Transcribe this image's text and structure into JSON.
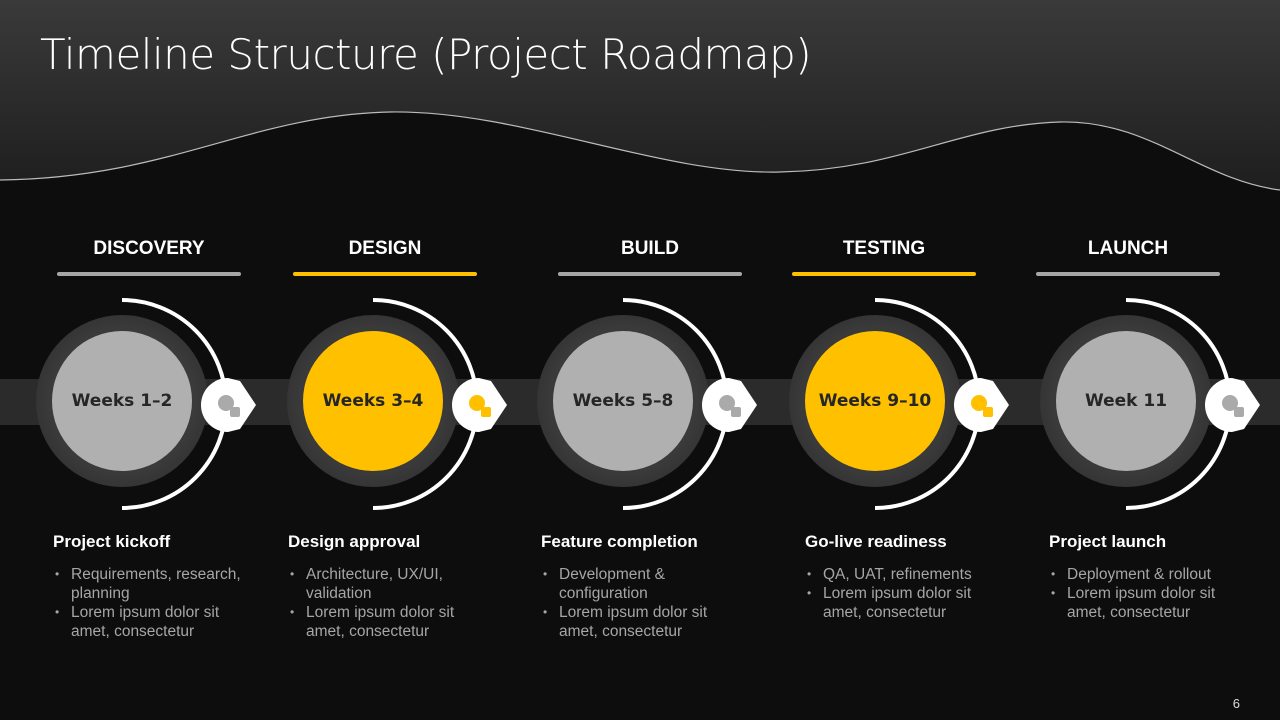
{
  "title": "Timeline Structure (Project Roadmap)",
  "page_number": "6",
  "colors": {
    "accent": "#ffc000",
    "neutral": "#b0b0b0"
  },
  "phases": [
    {
      "label": "DISCOVERY",
      "period": "Weeks 1–2",
      "highlight": false,
      "icon": "search-person-icon",
      "milestone": "Project kickoff",
      "bullets": [
        "Requirements, research, planning",
        "Lorem ipsum dolor sit amet, consectetur"
      ]
    },
    {
      "label": "DESIGN",
      "period": "Weeks 3–4",
      "highlight": true,
      "icon": "idea-gear-icon",
      "milestone": "Design approval",
      "bullets": [
        "Architecture, UX/UI, validation",
        "Lorem ipsum dolor sit amet, consectetur"
      ]
    },
    {
      "label": "BUILD",
      "period": "Weeks 5–8",
      "highlight": false,
      "icon": "bricks-gear-icon",
      "milestone": "Feature completion",
      "bullets": [
        "Development & configuration",
        "Lorem ipsum dolor sit amet, consectetur"
      ]
    },
    {
      "label": "TESTING",
      "period": "Weeks 9–10",
      "highlight": true,
      "icon": "document-check-icon",
      "milestone": "Go-live readiness",
      "bullets": [
        "QA, UAT, refinements",
        "Lorem ipsum dolor sit amet, consectetur"
      ]
    },
    {
      "label": "LAUNCH",
      "period": "Week 11",
      "highlight": false,
      "icon": "rocket-icon",
      "milestone": "Project launch",
      "bullets": [
        "Deployment & rollout",
        "Lorem ipsum dolor sit amet, consectetur"
      ]
    }
  ]
}
